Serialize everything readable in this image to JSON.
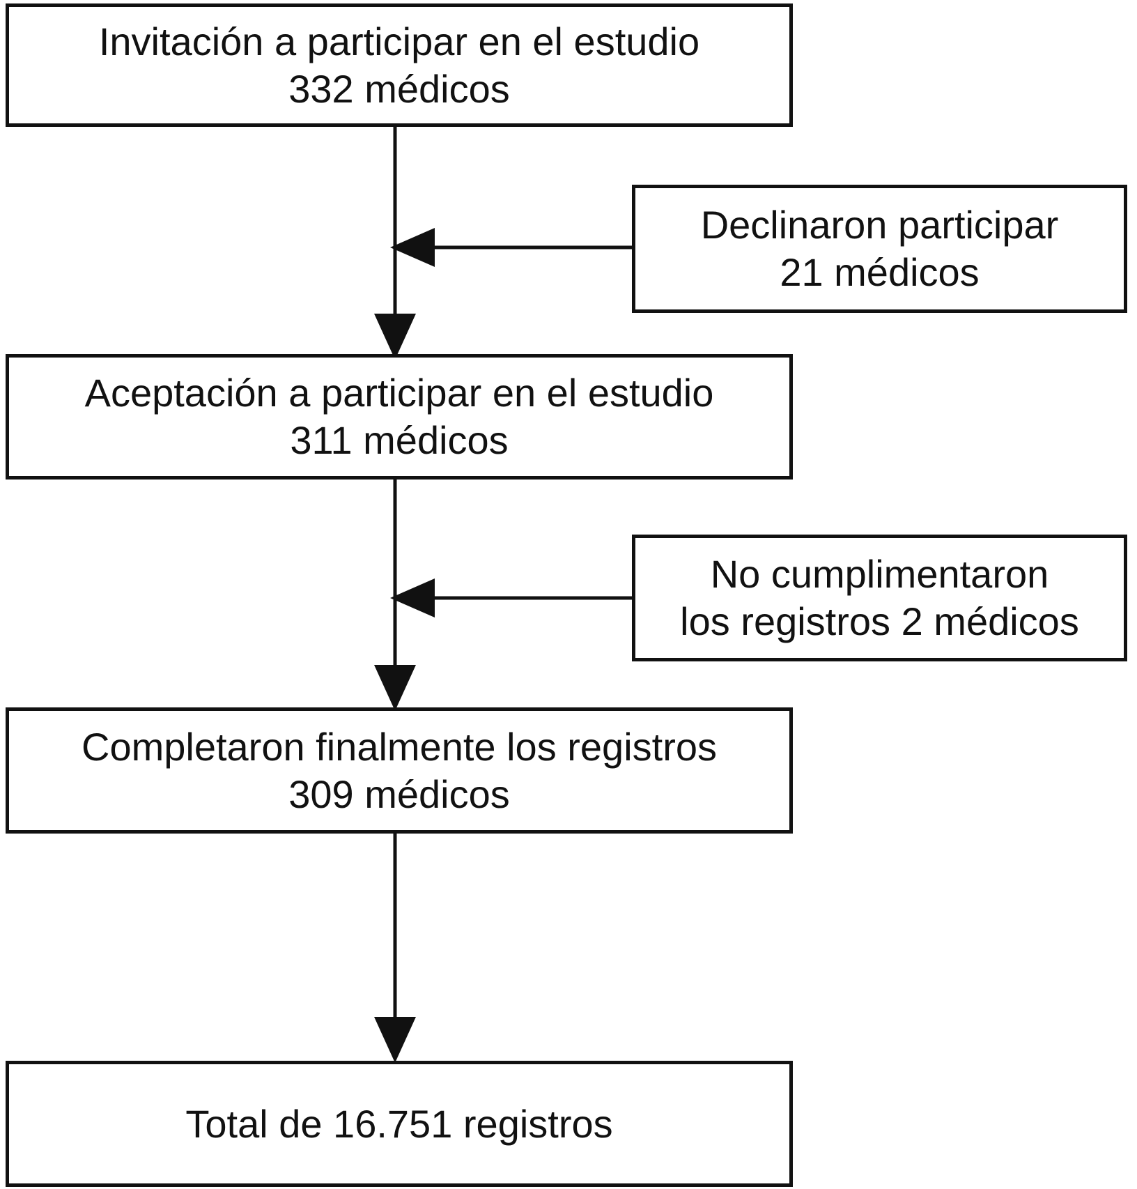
{
  "boxes": {
    "invitation": {
      "line1": "Invitación a participar en el estudio",
      "line2": "332 médicos"
    },
    "declined": {
      "line1": "Declinaron participar",
      "line2": "21 médicos"
    },
    "accepted": {
      "line1": "Aceptación a participar en el estudio",
      "line2": "311 médicos"
    },
    "not_completed": {
      "line1": "No cumplimentaron",
      "line2": "los registros 2 médicos"
    },
    "completed": {
      "line1": "Completaron finalmente los registros",
      "line2": "309 médicos"
    },
    "total": {
      "line1": "Total de 16.751 registros"
    }
  },
  "counts": {
    "invited_physicians": 332,
    "declined_physicians": 21,
    "accepted_physicians": 311,
    "did_not_complete_physicians": 2,
    "completed_physicians": 309,
    "total_records": 16751
  },
  "colors": {
    "stroke": "#111111",
    "text": "#111111",
    "background": "#ffffff"
  }
}
